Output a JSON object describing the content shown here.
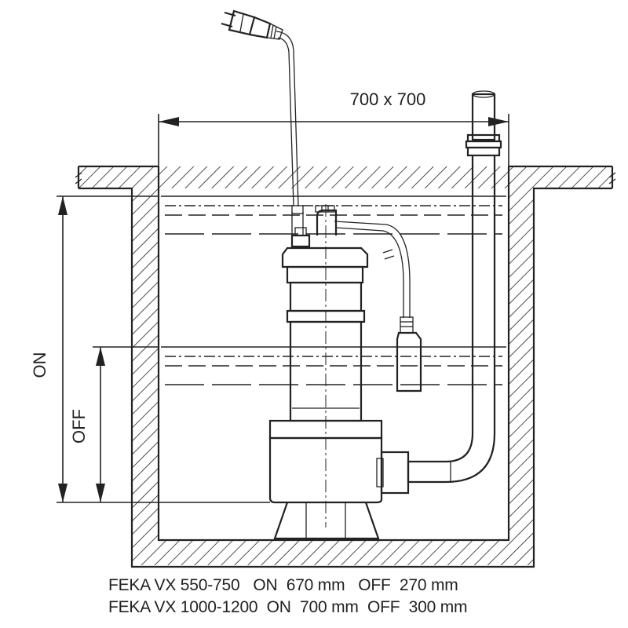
{
  "diagram": {
    "pit_dimension": "700 x 700",
    "on_label": "ON",
    "off_label": "OFF"
  },
  "captions": [
    "FEKA VX 550-750   ON  670 mm   OFF  270 mm",
    "FEKA VX 1000-1200  ON  700 mm  OFF  300 mm"
  ],
  "colors": {
    "line": "#222222",
    "background": "#ffffff"
  }
}
